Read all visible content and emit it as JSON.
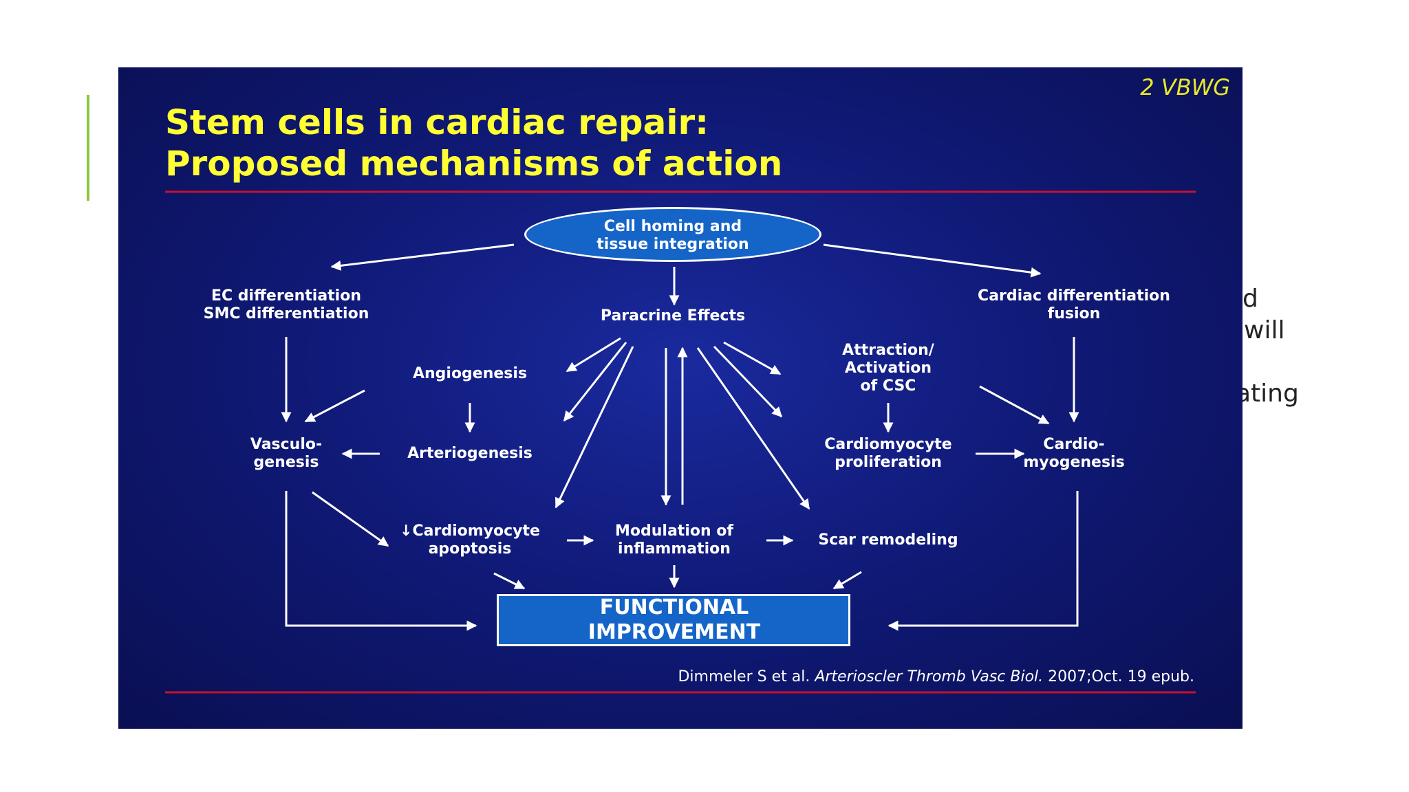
{
  "background_text": {
    "line1": "d",
    "line2": "will",
    "line3": "ating"
  },
  "slide": {
    "tag": "2 VBWG",
    "title_line1": "Stem cells in cardiac repair:",
    "title_line2": "Proposed mechanisms of action",
    "colors": {
      "background": "#101a78",
      "title": "#ffff33",
      "rule": "#c8102e",
      "box_fill": "#1565c8",
      "accent_bar": "#8cc63f"
    },
    "nodes": {
      "homing": [
        "Cell homing and",
        "tissue integration"
      ],
      "ec_smc": [
        "EC differentiation",
        "SMC differentiation"
      ],
      "paracrine": [
        "Paracrine Effects"
      ],
      "cardiac_diff": [
        "Cardiac differentiation",
        "fusion"
      ],
      "angiogenesis": [
        "Angiogenesis"
      ],
      "attraction": [
        "Attraction/",
        "Activation",
        "of CSC"
      ],
      "vasculogenesis": [
        "Vasculo-",
        "genesis"
      ],
      "arteriogenesis": [
        "Arteriogenesis"
      ],
      "cm_proliferation": [
        "Cardiomyocyte",
        "proliferation"
      ],
      "cardiomyogenesis": [
        "Cardio-",
        "myogenesis"
      ],
      "apoptosis": [
        "↓Cardiomyocyte",
        "apoptosis"
      ],
      "inflammation": [
        "Modulation of",
        "inflammation"
      ],
      "scar": [
        "Scar remodeling"
      ],
      "functional": [
        "FUNCTIONAL",
        "IMPROVEMENT"
      ]
    },
    "citation": {
      "authors": "Dimmeler S et al.",
      "journal": "Arterioscler Thromb Vasc Biol.",
      "details": "2007;Oct. 19 epub."
    }
  }
}
